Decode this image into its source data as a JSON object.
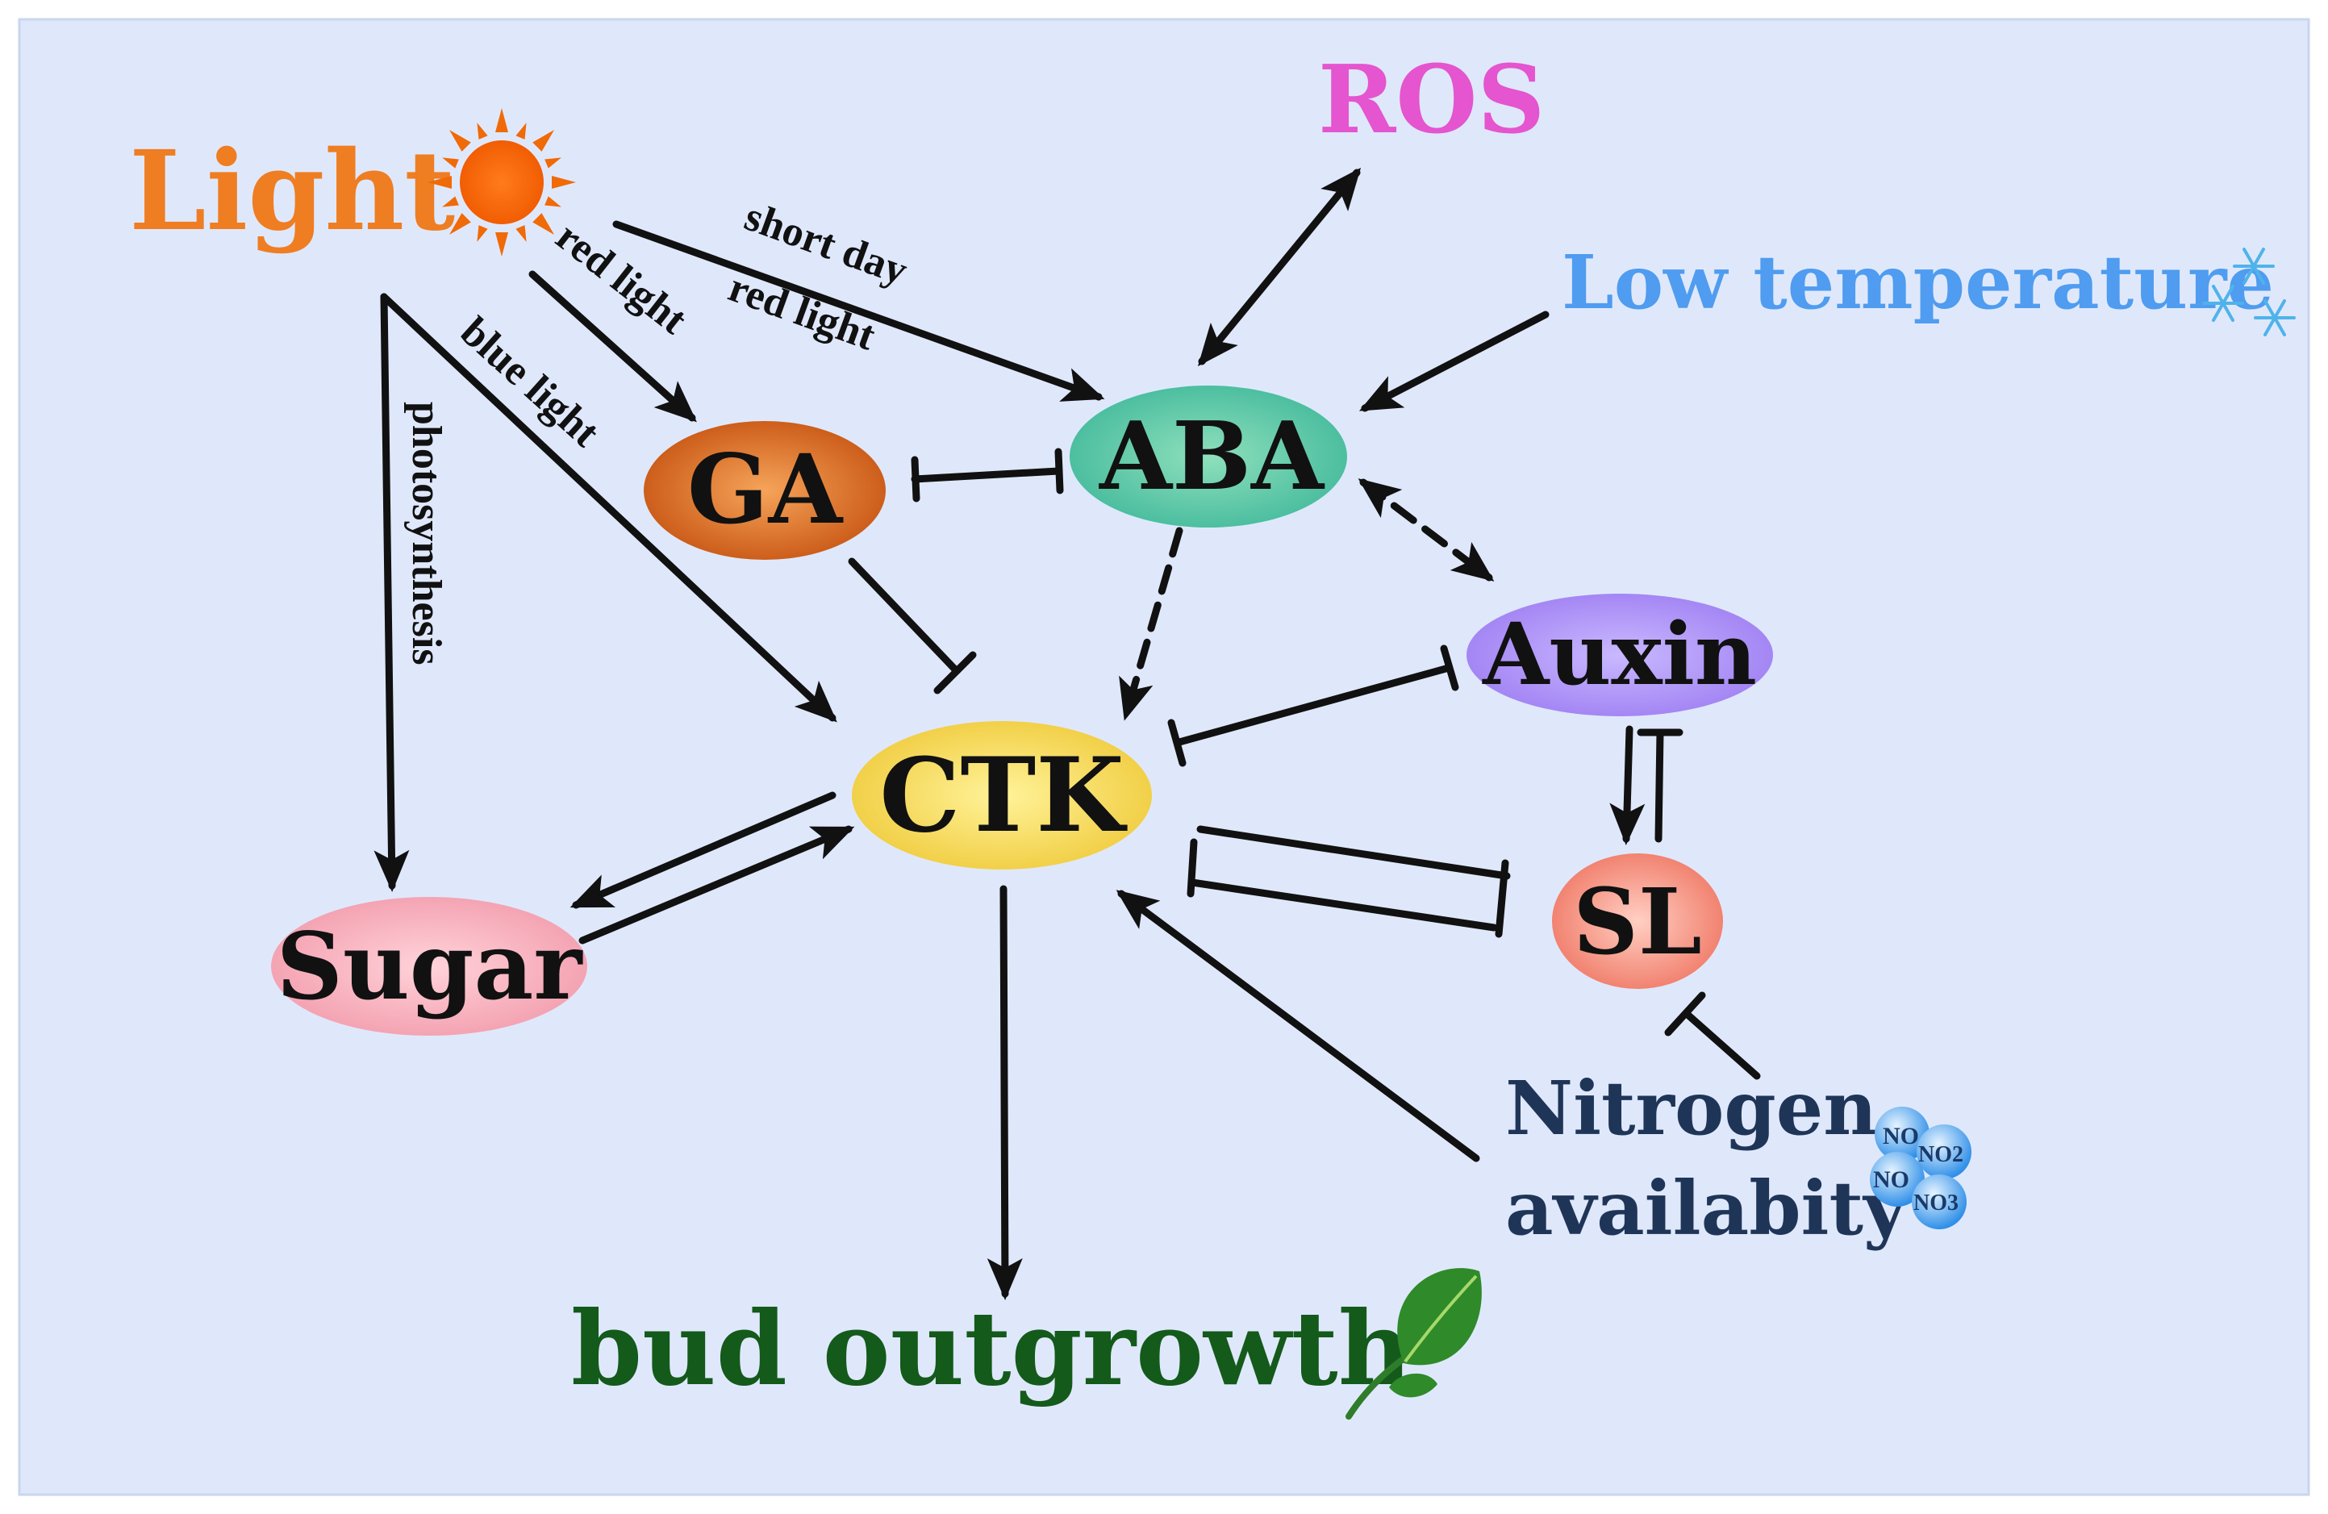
{
  "colors": {
    "background": "#dfe8fb",
    "light": "#ef7d22",
    "ros": "#e455cf",
    "low_temperature": "#4f9cf0",
    "bud_outgrowth": "#145a1b",
    "nitrogen": "#1f3558",
    "arrow": "#111111"
  },
  "nodes": {
    "light": "Light",
    "ros": "ROS",
    "low_temperature": "Low temperature",
    "ga": "GA",
    "aba": "ABA",
    "auxin": "Auxin",
    "ctk": "CTK",
    "sugar": "Sugar",
    "sl": "SL",
    "nitrogen_line1": "Nitrogen",
    "nitrogen_line2": "availabity",
    "bud_outgrowth": "bud outgrowth"
  },
  "edge_labels": {
    "red_light": "red light",
    "short_day": "short day",
    "short_day_red_light": "red light",
    "blue_light": "blue light",
    "photosynthesis": "photosynthesis"
  },
  "nitrogen_badges": [
    "NO",
    "NO2",
    "NO",
    "NO3"
  ],
  "icons": {
    "light": "sun-icon",
    "low_temperature": "snowflake-icon",
    "bud_outgrowth": "leaf-icon",
    "nitrogen": "molecule-icon"
  }
}
